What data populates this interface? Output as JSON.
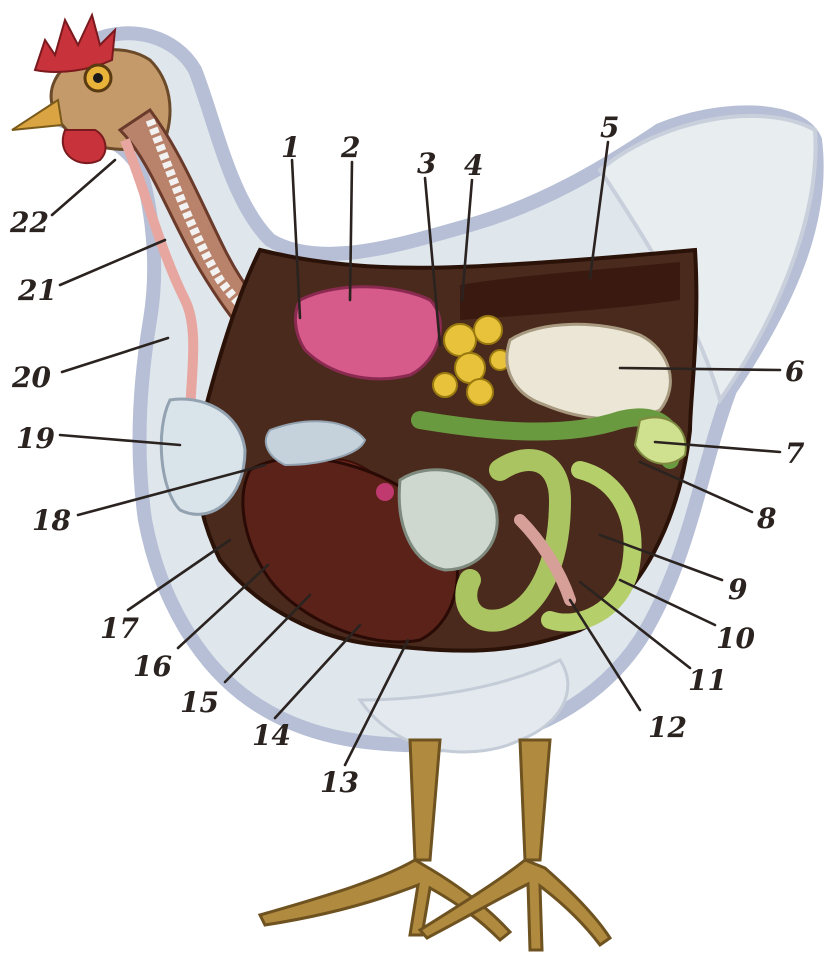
{
  "diagram": {
    "subject": "chicken-internal-anatomy-illustration",
    "labels": [
      {
        "id": "1",
        "text": "1"
      },
      {
        "id": "2",
        "text": "2"
      },
      {
        "id": "3",
        "text": "3"
      },
      {
        "id": "4",
        "text": "4"
      },
      {
        "id": "5",
        "text": "5"
      },
      {
        "id": "6",
        "text": "6"
      },
      {
        "id": "7",
        "text": "7"
      },
      {
        "id": "8",
        "text": "8"
      },
      {
        "id": "9",
        "text": "9"
      },
      {
        "id": "10",
        "text": "10"
      },
      {
        "id": "11",
        "text": "11"
      },
      {
        "id": "12",
        "text": "12"
      },
      {
        "id": "13",
        "text": "13"
      },
      {
        "id": "14",
        "text": "14"
      },
      {
        "id": "15",
        "text": "15"
      },
      {
        "id": "16",
        "text": "16"
      },
      {
        "id": "17",
        "text": "17"
      },
      {
        "id": "18",
        "text": "18"
      },
      {
        "id": "19",
        "text": "19"
      },
      {
        "id": "20",
        "text": "20"
      },
      {
        "id": "21",
        "text": "21"
      },
      {
        "id": "22",
        "text": "22"
      }
    ],
    "colors": {
      "background": "#ffffff",
      "body_outline": "#b7bfd6",
      "body_fill": "#dfe6ec",
      "comb": "#c8323a",
      "beak": "#d9a441",
      "cavity": "#4a2a1c",
      "lung": "#d65a8a",
      "ovary": "#e8c23a",
      "liver": "#5a2218",
      "intestine": "#a9c460",
      "oviduct": "#ece6d6",
      "legs": "#b08a3e",
      "label_ink": "#2a2320"
    }
  }
}
